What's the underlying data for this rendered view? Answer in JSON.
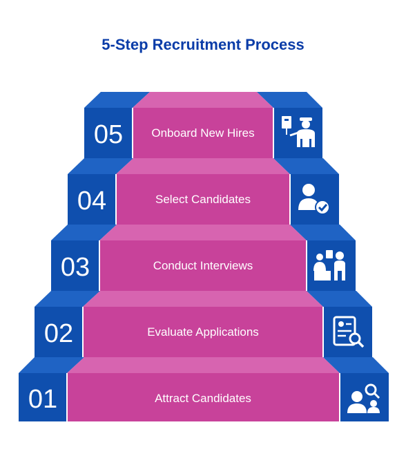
{
  "title": "5-Step Recruitment Process",
  "colors": {
    "blue": "#0f4fae",
    "blue_light": "#1f63c4",
    "magenta": "#c8429a",
    "magenta_light": "#d764b0",
    "title": "#0a3ca8"
  },
  "steps": [
    {
      "number": "05",
      "label": "Onboard New Hires",
      "icon": "presenter-icon"
    },
    {
      "number": "04",
      "label": "Select Candidates",
      "icon": "user-check-icon"
    },
    {
      "number": "03",
      "label": "Conduct Interviews",
      "icon": "interview-icon"
    },
    {
      "number": "02",
      "label": "Evaluate Applications",
      "icon": "document-search-icon"
    },
    {
      "number": "01",
      "label": "Attract Candidates",
      "icon": "people-search-icon"
    }
  ]
}
